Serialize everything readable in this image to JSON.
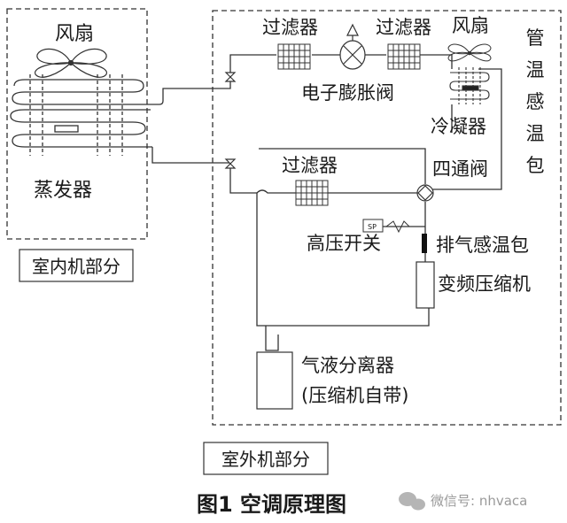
{
  "indoor": {
    "section_label": "室内机部分",
    "fan_label": "风扇",
    "evaporator_label": "蒸发器"
  },
  "outdoor": {
    "section_label": "室外机部分",
    "filter_label_1": "过滤器",
    "filter_label_2": "过滤器",
    "filter_label_3": "过滤器",
    "fan_label": "风扇",
    "expansion_valve_label": "电子膨胀阀",
    "condenser_label": "冷凝器",
    "pipe_sensor_label": [
      "管",
      "温",
      "感",
      "温",
      "包"
    ],
    "four_way_valve_label": "四通阀",
    "high_pressure_switch_label": "高压开关",
    "switch_tag": "SP",
    "discharge_sensor_label": "排气感温包",
    "compressor_label": "变频压缩机",
    "separator_label_line1": "气液分离器",
    "separator_label_line2": "(压缩机自带)"
  },
  "caption": "图1  空调原理图",
  "watermark": "微信号: nhvaca"
}
